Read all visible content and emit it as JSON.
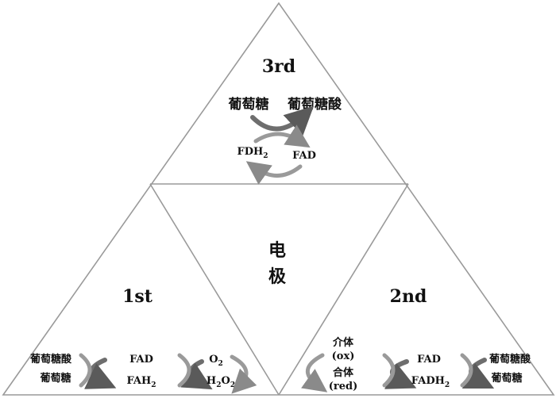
{
  "diagram": {
    "top": {
      "title": "3rd",
      "substrate": "葡萄糖",
      "product": "葡萄糖酸",
      "cofactor_reduced": "FDH",
      "cofactor_reduced_sub": "2",
      "cofactor_oxidized": "FAD"
    },
    "center": {
      "label_line1": "电",
      "label_line2": "极"
    },
    "left": {
      "title": "1st",
      "product": "葡萄糖酸",
      "substrate": "葡萄糖",
      "fad": "FAD",
      "fah": "FAH",
      "fah_sub": "2",
      "o": "O",
      "o_sub": "2",
      "h": "H",
      "h_sub": "2",
      "o2": "O",
      "o2_sub": "2"
    },
    "right": {
      "title": "2nd",
      "mediator_ox": "介体",
      "mediator_ox_state": "(ox)",
      "mediator_red": "合体",
      "mediator_red_state": "(red)",
      "fad": "FAD",
      "fadh": "FADH",
      "fadh_sub": "2",
      "product": "葡萄糖酸",
      "substrate": "葡萄糖"
    }
  }
}
